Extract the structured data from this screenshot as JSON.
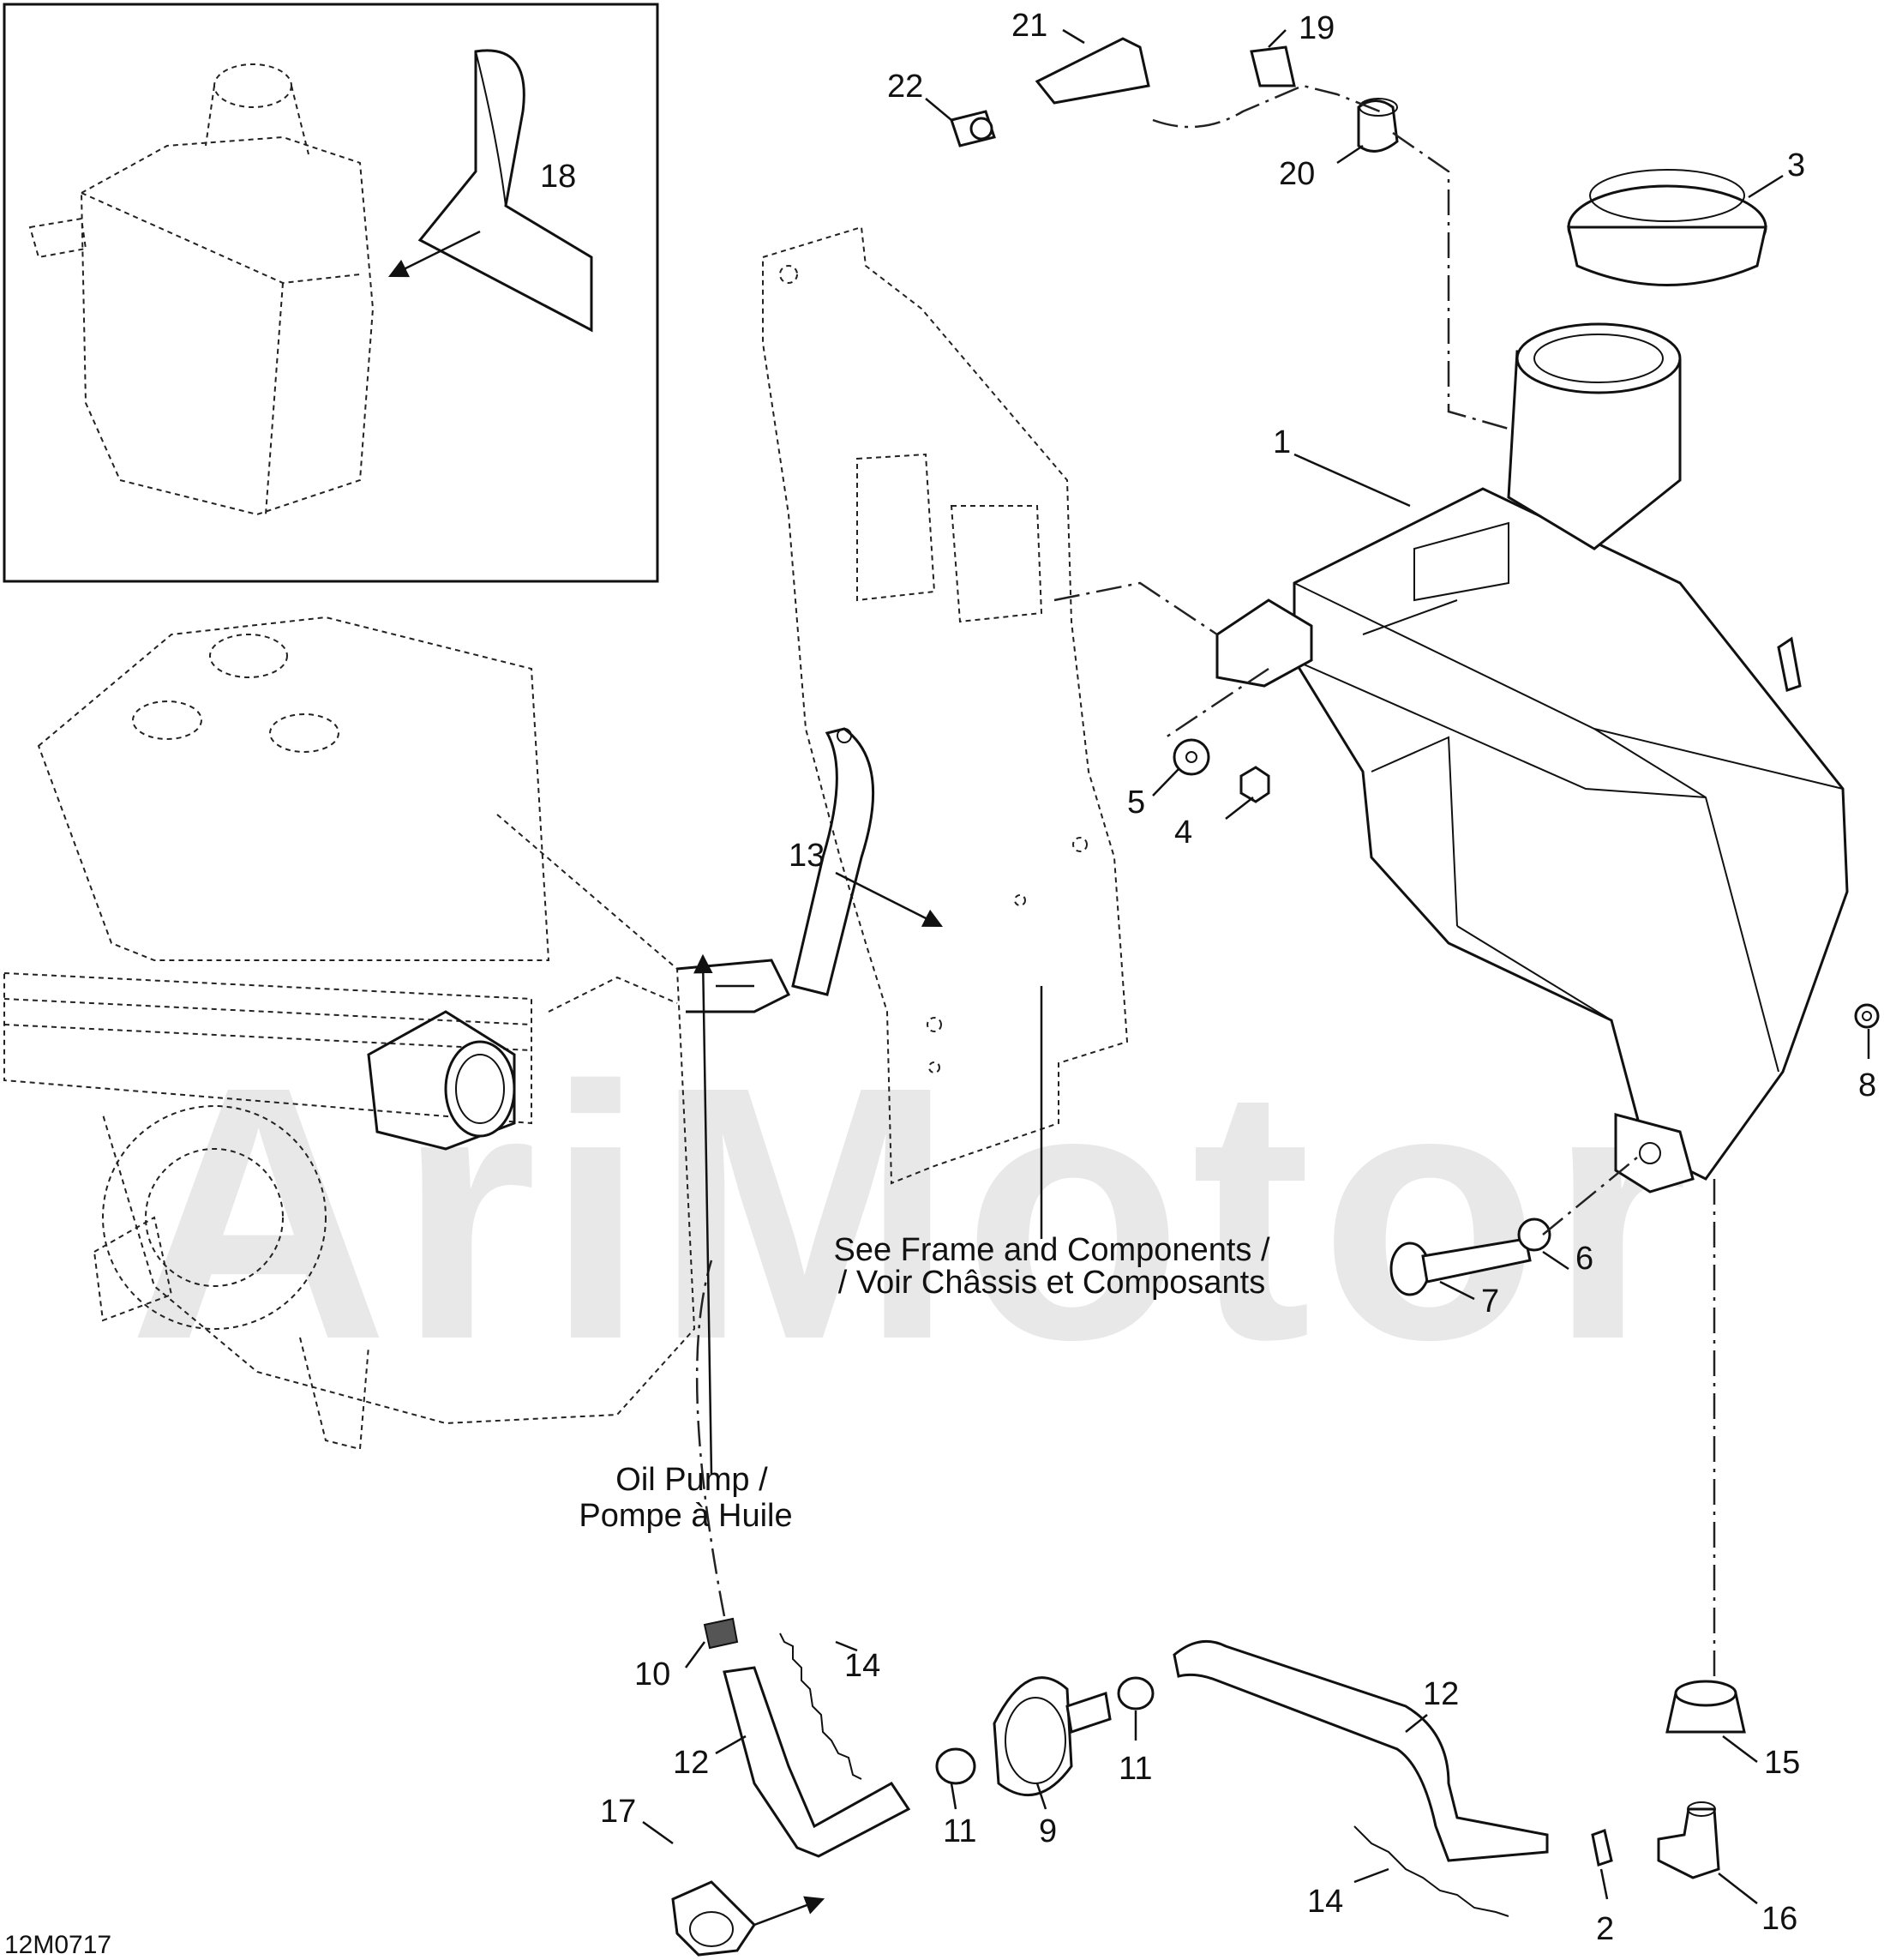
{
  "diagram": {
    "watermark": "AriMotor",
    "drawing_code": "12M0717",
    "notes": {
      "frame": [
        "See Frame and Components /",
        "/ Voir Châssis et Composants"
      ],
      "pump": [
        "Oil Pump /",
        "Pompe à Huile"
      ]
    },
    "callouts": {
      "c1": "1",
      "c2": "2",
      "c3": "3",
      "c4": "4",
      "c5": "5",
      "c6": "6",
      "c7": "7",
      "c8": "8",
      "c9": "9",
      "c10": "10",
      "c11a": "11",
      "c11b": "11",
      "c12a": "12",
      "c12b": "12",
      "c13": "13",
      "c14a": "14",
      "c14b": "14",
      "c15": "15",
      "c16": "16",
      "c17": "17",
      "c18": "18",
      "c19": "19",
      "c20": "20",
      "c21": "21",
      "c22": "22"
    }
  }
}
